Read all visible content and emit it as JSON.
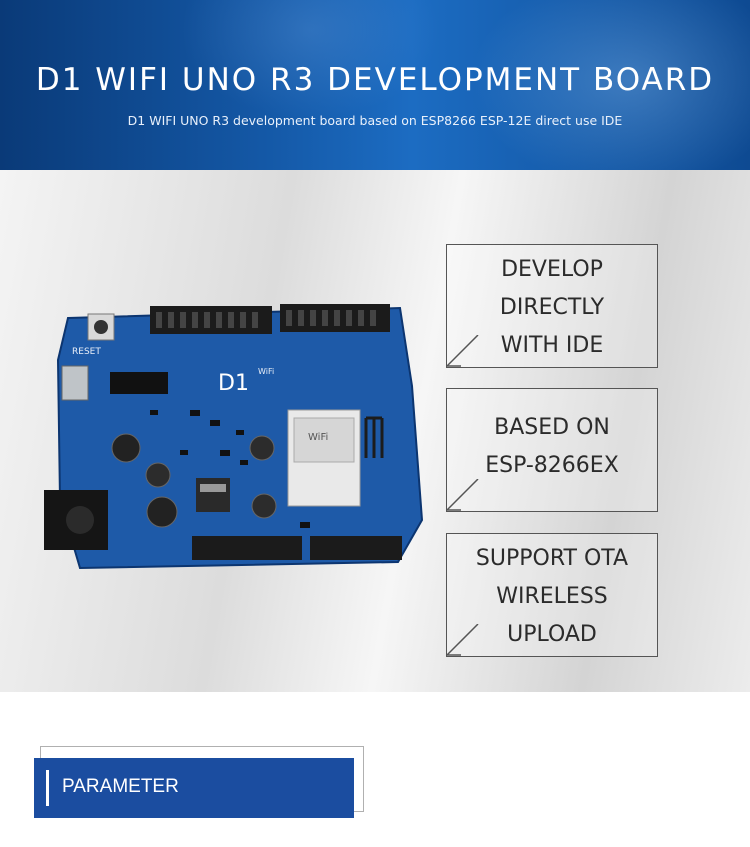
{
  "banner": {
    "title": "D1 WIFI UNO R3 DEVELOPMENT BOARD",
    "subtitle": "D1 WIFI UNO R3 development board based on ESP8266 ESP-12E direct use IDE",
    "background_color": "#1458a6"
  },
  "board": {
    "brand_label": "D1",
    "wifi_label": "WiFi",
    "reset_label": "RESET",
    "module_label": "WiFi",
    "accent_color": "#1e5aa8"
  },
  "features": [
    {
      "lines": [
        "DEVELOP",
        "DIRECTLY",
        "WITH IDE"
      ]
    },
    {
      "lines": [
        "BASED ON",
        "ESP-8266EX"
      ]
    },
    {
      "lines": [
        "SUPPORT OTA",
        "WIRELESS",
        "UPLOAD"
      ]
    }
  ],
  "parameter": {
    "label": "PARAMETER",
    "color": "#1b4da0"
  }
}
